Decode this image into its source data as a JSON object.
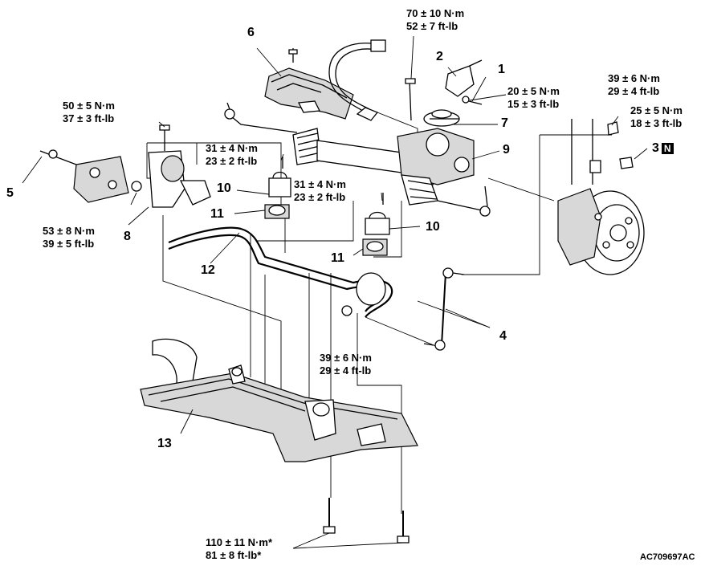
{
  "callouts": {
    "c1": "1",
    "c2": "2",
    "c3": "3",
    "c3_badge": "N",
    "c4": "4",
    "c5": "5",
    "c6": "6",
    "c7": "7",
    "c8": "8",
    "c9": "9",
    "c10a": "10",
    "c10b": "10",
    "c11a": "11",
    "c11b": "11",
    "c12": "12",
    "c13": "13"
  },
  "torques": {
    "t_rack_bolt": [
      "70 ± 10 N·m",
      "52 ± 7 ft-lb"
    ],
    "t_coupling": [
      "20 ± 5 N·m",
      "15 ± 3 ft-lb"
    ],
    "t_strut_top": [
      "39 ± 6 N·m",
      "29 ± 4 ft-lb"
    ],
    "t_knuckle_nut": [
      "25 ± 5 N·m",
      "18 ± 3 ft-lb"
    ],
    "t_bracket_top": [
      "50 ± 5 N·m",
      "37 ± 3 ft-lb"
    ],
    "t_heatshield": [
      "31 ± 4 N·m",
      "23 ± 2 ft-lb"
    ],
    "t_clamp": [
      "31 ± 4 N·m",
      "23 ± 2 ft-lb"
    ],
    "t_bracket_nut": [
      "53 ± 8 N·m",
      "39 ± 5 ft-lb"
    ],
    "t_link_nut": [
      "39 ± 6 N·m",
      "29 ± 4 ft-lb"
    ],
    "t_crossmember": [
      "110 ± 11 N·m*",
      "81 ± 8 ft-lb*"
    ]
  },
  "figure_code": "AC709697AC"
}
